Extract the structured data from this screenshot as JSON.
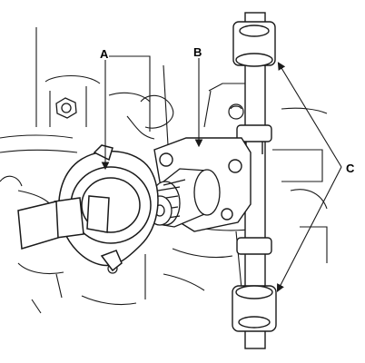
{
  "diagram": {
    "callouts": {
      "a": "A",
      "b": "B",
      "c": "C"
    },
    "colors": {
      "line": "#1a1a1a",
      "background": "#ffffff"
    }
  }
}
